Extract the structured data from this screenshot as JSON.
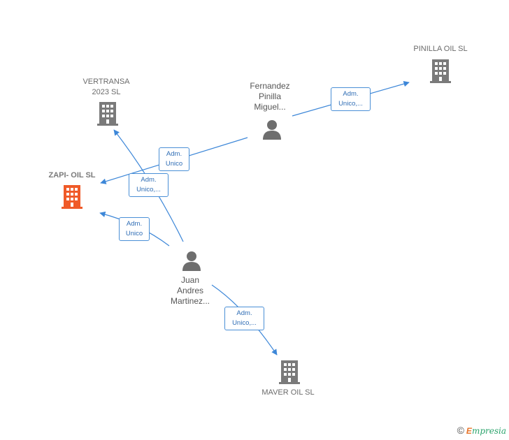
{
  "colors": {
    "edge": "#3d87d8",
    "company_icon": "#7a7a7a",
    "company_icon_highlight": "#f05a28",
    "person_icon": "#6e6e6e"
  },
  "nodes": {
    "pinilla_oil": {
      "label": "PINILLA OIL  SL",
      "icon": "building-icon"
    },
    "vertransa": {
      "label_line1": "VERTRANSA",
      "label_line2": "2023  SL",
      "icon": "building-icon"
    },
    "zapi_oil": {
      "label": "ZAPI- OIL  SL",
      "icon": "building-icon-highlight"
    },
    "maver_oil": {
      "label": "MAVER OIL  SL",
      "icon": "building-icon"
    },
    "fernandez": {
      "label_line1": "Fernandez",
      "label_line2": "Pinilla",
      "label_line3": "Miguel...",
      "icon": "person-icon"
    },
    "juan": {
      "label_line1": "Juan",
      "label_line2": "Andres",
      "label_line3": "Martinez...",
      "icon": "person-icon"
    }
  },
  "edges": [
    {
      "from": "fernandez",
      "to": "pinilla_oil",
      "line1": "Adm.",
      "line2": "Unico,..."
    },
    {
      "from": "fernandez",
      "to": "zapi_oil",
      "line1": "Adm.",
      "line2": "Unico"
    },
    {
      "from": "juan",
      "to": "vertransa",
      "line1": "Adm.",
      "line2": "Unico,..."
    },
    {
      "from": "juan",
      "to": "zapi_oil",
      "line1": "Adm.",
      "line2": "Unico"
    },
    {
      "from": "juan",
      "to": "maver_oil",
      "line1": "Adm.",
      "line2": "Unico,..."
    }
  ],
  "footer": {
    "copyright": "©",
    "brand_initial": "E",
    "brand_rest": "mpresia"
  }
}
